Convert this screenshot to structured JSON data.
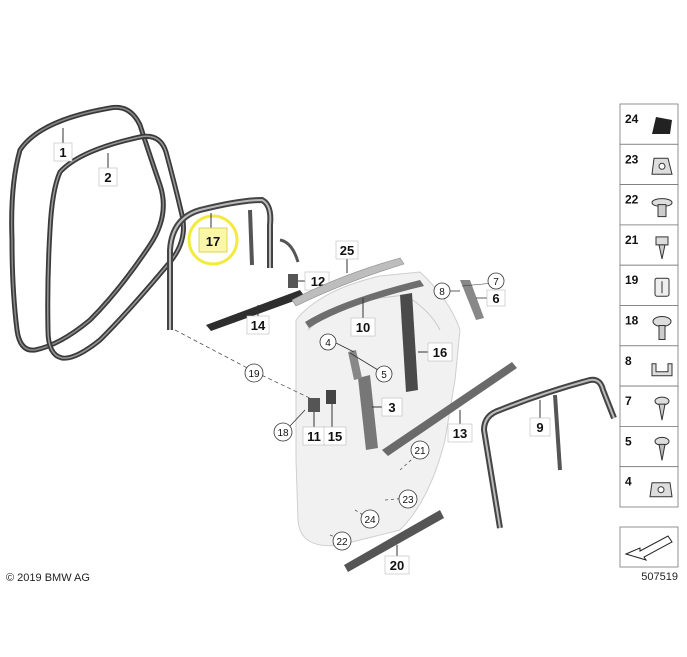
{
  "copyright": "© 2019 BMW AG",
  "diagram_number": "507519",
  "highlight_color": "#f3ea3e",
  "highlight_fill": "#fbf7a8",
  "highlighted_part": "17",
  "callouts": {
    "c1": "1",
    "c2": "2",
    "c17": "17",
    "c14": "14",
    "c12": "12",
    "c25": "25",
    "c10": "10",
    "c4": "4",
    "c5": "5",
    "c3": "3",
    "c16": "16",
    "c8": "8",
    "c7": "7",
    "c6": "6",
    "c13": "13",
    "c9": "9",
    "c19": "19",
    "c18": "18",
    "c11": "11",
    "c15": "15",
    "c21": "21",
    "c23": "23",
    "c24": "24",
    "c22": "22",
    "c20": "20"
  },
  "reference_panel": {
    "items": [
      "24",
      "23",
      "22",
      "21",
      "19",
      "18",
      "8",
      "7",
      "5",
      "4"
    ]
  },
  "icons": {
    "arrow": "ordering-arrow-icon"
  }
}
